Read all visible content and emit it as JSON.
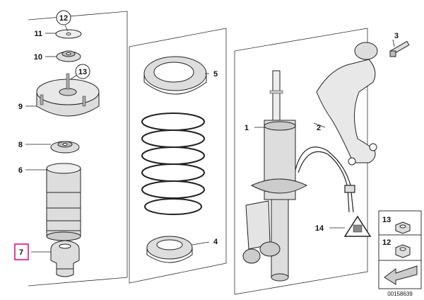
{
  "diagram": {
    "catalog_number": "00158639",
    "highlight_color": "#e0007a",
    "parts": [
      {
        "id": "p1",
        "label": "1"
      },
      {
        "id": "p2",
        "label": "2"
      },
      {
        "id": "p3",
        "label": "3"
      },
      {
        "id": "p4",
        "label": "4"
      },
      {
        "id": "p5",
        "label": "5"
      },
      {
        "id": "p6",
        "label": "6"
      },
      {
        "id": "p7",
        "label": "7",
        "highlighted": true
      },
      {
        "id": "p8",
        "label": "8"
      },
      {
        "id": "p9",
        "label": "9"
      },
      {
        "id": "p10",
        "label": "10"
      },
      {
        "id": "p11",
        "label": "11"
      },
      {
        "id": "p12",
        "label": "12"
      },
      {
        "id": "p13",
        "label": "13"
      },
      {
        "id": "p14",
        "label": "14"
      }
    ],
    "legend": [
      {
        "label": "13",
        "icon": "nut-icon"
      },
      {
        "label": "12",
        "icon": "hex-nut-icon"
      }
    ]
  }
}
